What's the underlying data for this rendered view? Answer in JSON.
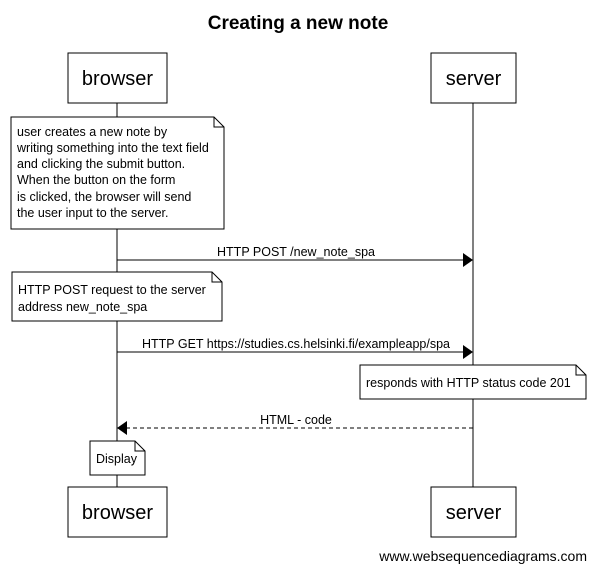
{
  "title": "Creating a new note",
  "actors": {
    "browser": "browser",
    "server": "server"
  },
  "notes": {
    "user_input": [
      "user creates a new note by",
      "writing something into the text field",
      "and clicking the submit button.",
      "When the button on the form",
      "is clicked, the browser will send",
      "the user input to the server."
    ],
    "post_request": [
      "HTTP POST request to the server",
      "address new_note_spa"
    ],
    "server_response": [
      "responds with HTTP status code 201"
    ],
    "display": [
      "Display"
    ]
  },
  "messages": {
    "post": "HTTP POST /new_note_spa",
    "get": "HTTP GET https://studies.cs.helsinki.fi/exampleapp/spa",
    "html": "HTML - code"
  },
  "footer": "www.websequencediagrams.com"
}
